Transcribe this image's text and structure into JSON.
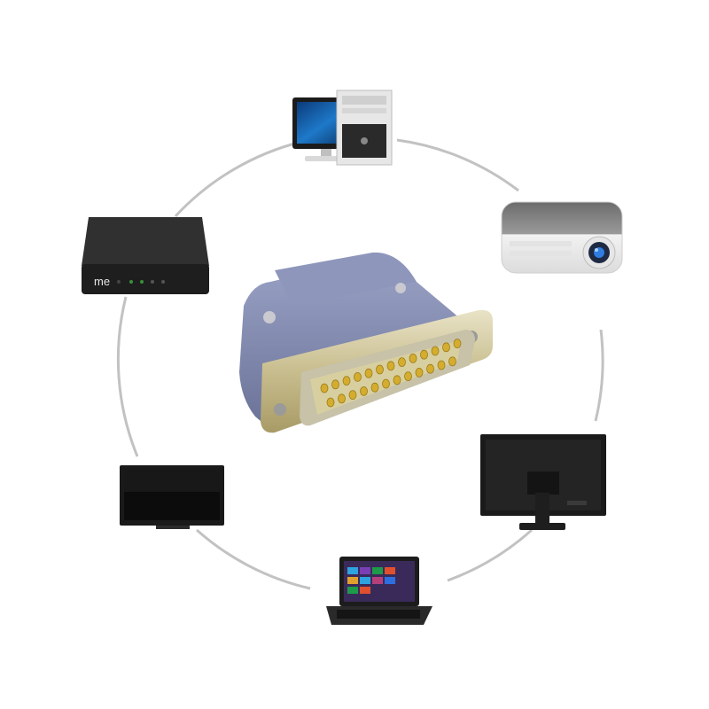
{
  "scene": {
    "center_item": "db25-male-connector",
    "devices": [
      {
        "id": "desktop-computer",
        "icon": "desktop-pc-icon"
      },
      {
        "id": "projector",
        "icon": "projector-icon"
      },
      {
        "id": "monitor-rear",
        "icon": "monitor-back-icon"
      },
      {
        "id": "laptop",
        "icon": "laptop-icon"
      },
      {
        "id": "flat-tv",
        "icon": "tv-icon"
      },
      {
        "id": "set-top-box",
        "icon": "router-box-icon"
      }
    ],
    "box_logo_text": "me",
    "colors": {
      "ring": "#bdbdbd",
      "connector_shell": "#7a82a8",
      "connector_pins": "#d9b53a",
      "background": "#ffffff"
    }
  }
}
